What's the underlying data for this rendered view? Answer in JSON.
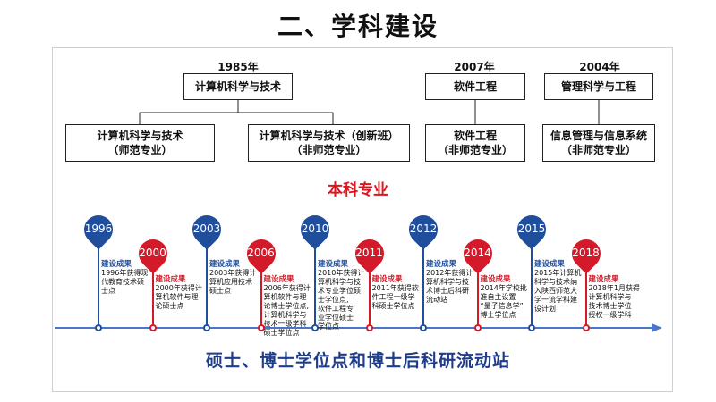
{
  "page_title": "二、学科建设",
  "years_top": {
    "y1985": "1985年",
    "y2007": "2007年",
    "y2004": "2004年"
  },
  "boxes": {
    "root_cs": "计算机科学与技术",
    "cs_normal": [
      "计算机科学与技术",
      "（师范专业）"
    ],
    "cs_innovation": [
      "计算机科学与技术（创新班）",
      "（非师范专业）"
    ],
    "se_top": "软件工程",
    "se_bottom": [
      "软件工程",
      "（非师范专业）"
    ],
    "ms_top": "管理科学与工程",
    "ims": [
      "信息管理与信息系统",
      "（非师范专业）"
    ]
  },
  "undergrad_label": "本科专业",
  "bottom_label": "硕士、博士学位点和博士后科研流动站",
  "colors": {
    "blue": "#1f4e9c",
    "red": "#d41a2a",
    "axis": "#4a76c9",
    "title_blue": "#1f3d8a"
  },
  "timeline": [
    {
      "year": "1996",
      "color": "blue",
      "title": "建设成果",
      "desc": "1996年获得现\n代教育技术硕\n士点"
    },
    {
      "year": "2000",
      "color": "red",
      "title": "建设成果",
      "desc": "2000年获得计\n算机软件与理\n论硕士点"
    },
    {
      "year": "2003",
      "color": "blue",
      "title": "建设成果",
      "desc": "2003年获得计\n算机应用技术\n硕士点"
    },
    {
      "year": "2006",
      "color": "red",
      "title": "建设成果",
      "desc": "2006年获得计\n算机软件与理\n论博士学位点,\n计算机科学与\n技术一级学科\n硕士学位点"
    },
    {
      "year": "2010",
      "color": "blue",
      "title": "建设成果",
      "desc": "2010年获得计\n算机科学与技\n术专业学位硕\n士学位点,\n软件工程专\n业学位硕士\n学位点"
    },
    {
      "year": "2011",
      "color": "red",
      "title": "建设成果",
      "desc": "2011年获得软\n件工程一级学\n科硕士学位点"
    },
    {
      "year": "2012",
      "color": "blue",
      "title": "建设成果",
      "desc": "2012年获得计\n算机科学与技\n术博士后科研\n流动站"
    },
    {
      "year": "2014",
      "color": "red",
      "title": "建设成果",
      "desc": "2014年学校批\n准自主设置\n“量子信息学”\n博士学位点"
    },
    {
      "year": "2015",
      "color": "blue",
      "title": "建设成果",
      "desc": "2015年计算机\n科学与技术纳\n入陕西师范大\n学一流学科建\n设计划"
    },
    {
      "year": "2018",
      "color": "red",
      "title": "建设成果",
      "desc": "2018年1月获得\n计算机科学与\n技术博士学位\n授权一级学科"
    }
  ]
}
